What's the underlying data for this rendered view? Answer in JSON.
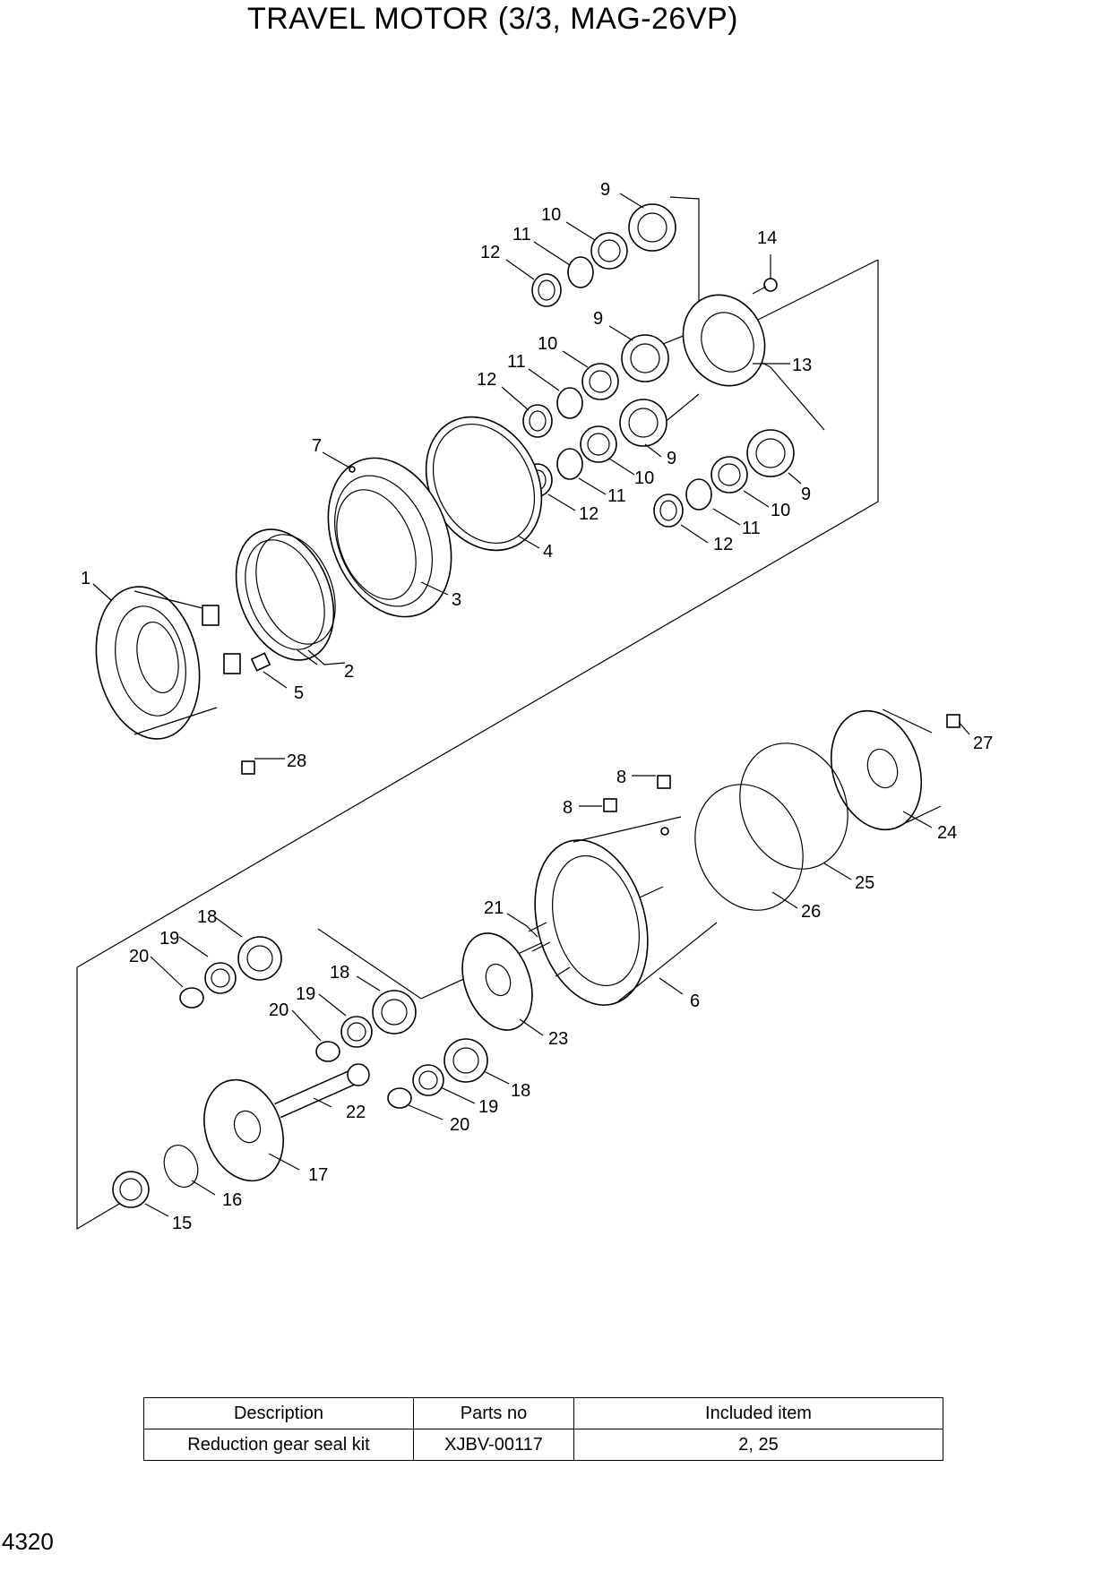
{
  "title": "TRAVEL MOTOR (3/3, MAG-26VP)",
  "page_number": "4320",
  "kit_table": {
    "headers": [
      "Description",
      "Parts no",
      "Included item"
    ],
    "rows": [
      [
        "Reduction gear seal kit",
        "XJBV-00117",
        "2,  25"
      ]
    ]
  },
  "callouts": [
    {
      "id": "c9a",
      "label": "9"
    },
    {
      "id": "c10a",
      "label": "10"
    },
    {
      "id": "c11a",
      "label": "11"
    },
    {
      "id": "c12a",
      "label": "12"
    },
    {
      "id": "c14",
      "label": "14"
    },
    {
      "id": "c9b",
      "label": "9"
    },
    {
      "id": "c10b",
      "label": "10"
    },
    {
      "id": "c11b",
      "label": "11"
    },
    {
      "id": "c12b",
      "label": "12"
    },
    {
      "id": "c13",
      "label": "13"
    },
    {
      "id": "c7",
      "label": "7"
    },
    {
      "id": "c9c",
      "label": "9"
    },
    {
      "id": "c10c",
      "label": "10"
    },
    {
      "id": "c11c",
      "label": "11"
    },
    {
      "id": "c12c",
      "label": "12"
    },
    {
      "id": "c9d",
      "label": "9"
    },
    {
      "id": "c10d",
      "label": "10"
    },
    {
      "id": "c11d",
      "label": "11"
    },
    {
      "id": "c12d",
      "label": "12"
    },
    {
      "id": "c4",
      "label": "4"
    },
    {
      "id": "c1",
      "label": "1"
    },
    {
      "id": "c3",
      "label": "3"
    },
    {
      "id": "c2",
      "label": "2"
    },
    {
      "id": "c5",
      "label": "5"
    },
    {
      "id": "c28",
      "label": "28"
    },
    {
      "id": "c27",
      "label": "27"
    },
    {
      "id": "c8a",
      "label": "8"
    },
    {
      "id": "c8b",
      "label": "8"
    },
    {
      "id": "c24",
      "label": "24"
    },
    {
      "id": "c25",
      "label": "25"
    },
    {
      "id": "c26",
      "label": "26"
    },
    {
      "id": "c21",
      "label": "21"
    },
    {
      "id": "c18a",
      "label": "18"
    },
    {
      "id": "c19a",
      "label": "19"
    },
    {
      "id": "c20a",
      "label": "20"
    },
    {
      "id": "c6",
      "label": "6"
    },
    {
      "id": "c18b",
      "label": "18"
    },
    {
      "id": "c19b",
      "label": "19"
    },
    {
      "id": "c20b",
      "label": "20"
    },
    {
      "id": "c23",
      "label": "23"
    },
    {
      "id": "c18c",
      "label": "18"
    },
    {
      "id": "c19c",
      "label": "19"
    },
    {
      "id": "c20c",
      "label": "20"
    },
    {
      "id": "c22",
      "label": "22"
    },
    {
      "id": "c17",
      "label": "17"
    },
    {
      "id": "c16",
      "label": "16"
    },
    {
      "id": "c15",
      "label": "15"
    }
  ]
}
